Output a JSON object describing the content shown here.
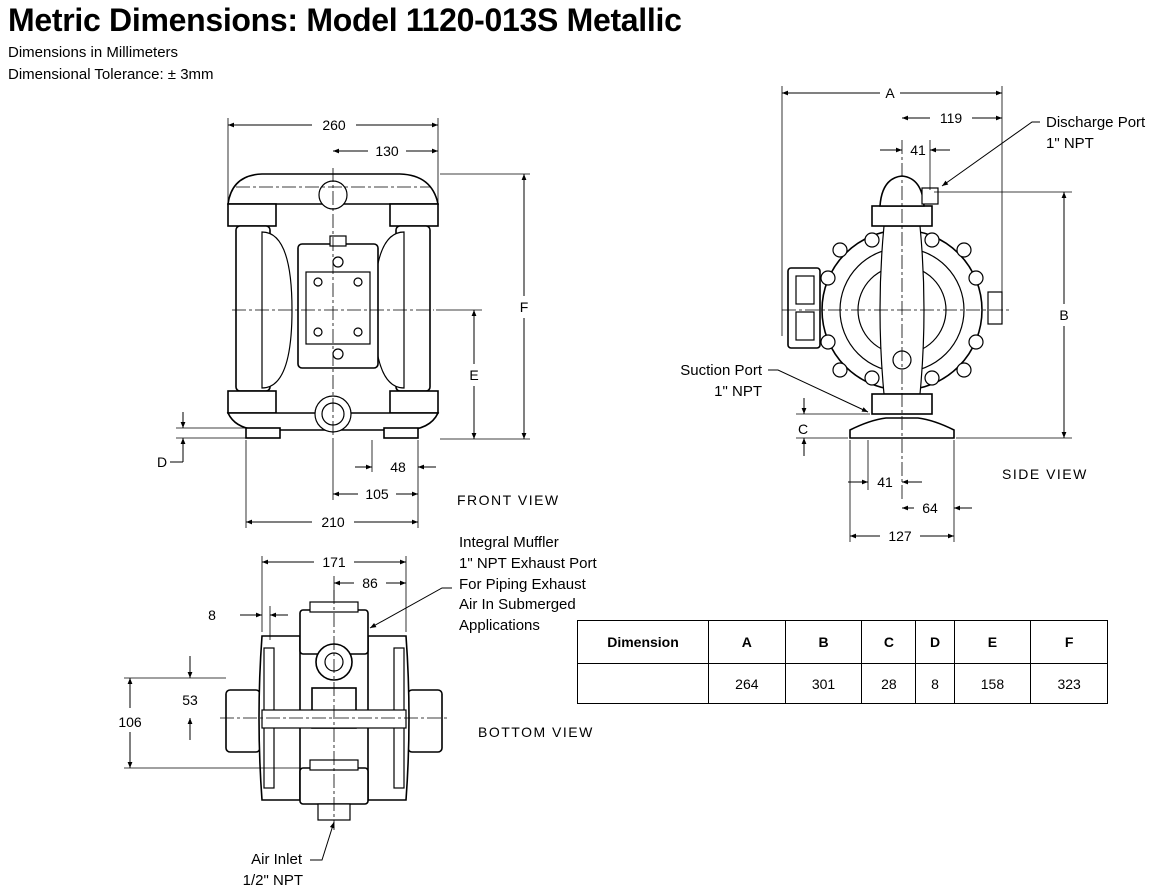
{
  "title": "Metric Dimensions: Model 1120-013S Metallic",
  "subtitle_units": "Dimensions in Millimeters",
  "subtitle_tolerance": "Dimensional Tolerance: ± 3mm",
  "front": {
    "view_label": "FRONT  VIEW",
    "d260": "260",
    "d130": "130",
    "dF": "F",
    "dE": "E",
    "dD": "D",
    "d48": "48",
    "d105": "105",
    "d210": "210"
  },
  "side": {
    "view_label": "SIDE  VIEW",
    "dA": "A",
    "d119": "119",
    "d41top": "41",
    "dB": "B",
    "dC": "C",
    "d41bot": "41",
    "d64": "64",
    "d127": "127",
    "discharge_line1": "Discharge Port",
    "discharge_line2": "1\" NPT",
    "suction_line1": "Suction Port",
    "suction_line2": "1\" NPT"
  },
  "bottom": {
    "view_label": "BOTTOM  VIEW",
    "d171": "171",
    "d86": "86",
    "d8": "8",
    "d53": "53",
    "d106": "106",
    "muffler_lines": [
      "Integral Muffler",
      "1\" NPT Exhaust Port",
      "For Piping Exhaust",
      "Air In Submerged",
      "Applications"
    ],
    "air_inlet_line1": "Air Inlet",
    "air_inlet_line2": "1/2\" NPT"
  },
  "table": {
    "header": [
      "Dimension",
      "A",
      "B",
      "C",
      "D",
      "E",
      "F"
    ],
    "row": [
      "",
      "264",
      "301",
      "28",
      "8",
      "158",
      "323"
    ]
  }
}
